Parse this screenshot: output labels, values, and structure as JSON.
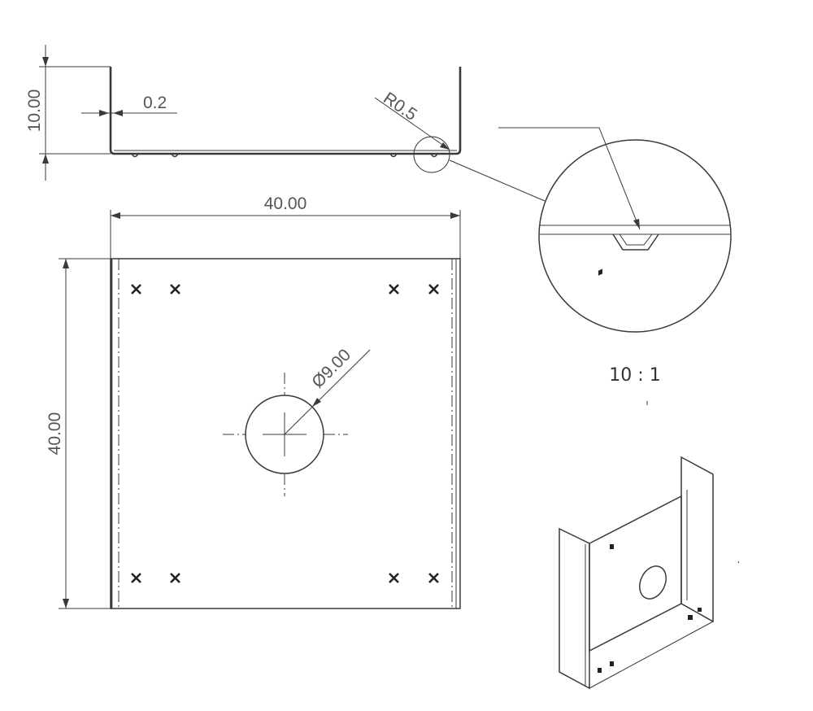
{
  "drawing": {
    "dimensions": {
      "side_height": "10.00",
      "thickness": "0.2",
      "bend_radius": "R0.5",
      "width": "40.00",
      "height": "40.00",
      "hole_diameter": "Ø9.00"
    },
    "detail_scale": "10 : 1"
  }
}
